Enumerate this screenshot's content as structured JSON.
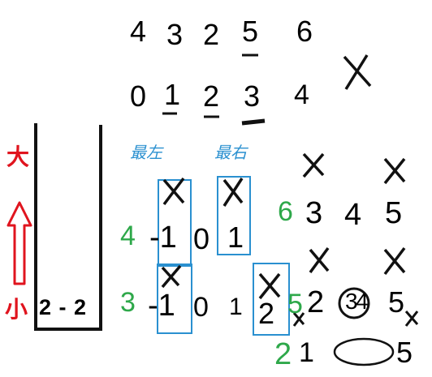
{
  "labels": {
    "big": "大",
    "small": "小",
    "stack_value": "2 - 2",
    "leftmost": "最左",
    "rightmost": "最右"
  },
  "colors": {
    "ink": "#111111",
    "red_arrow": "#e0141e",
    "blue_box": "#2a90d0",
    "green": "#2ea84a"
  },
  "arrays": {
    "row1": [
      "4",
      "3",
      "2",
      "5",
      "6"
    ],
    "row2": [
      "0",
      "1",
      "2",
      "3",
      "4"
    ],
    "row3_left": [
      "-1",
      "0",
      "1"
    ],
    "row3_right": [
      "3",
      "4",
      "5"
    ],
    "row4_left": [
      "-1",
      "0",
      "1",
      "2"
    ],
    "row4_right": [
      "2",
      "3",
      "4",
      "5"
    ],
    "row5": [
      "2",
      "1",
      "5"
    ]
  },
  "green_numbers": {
    "row3_left": "4",
    "row3_right": "6",
    "row4_left": "3",
    "row4_right": "5"
  }
}
